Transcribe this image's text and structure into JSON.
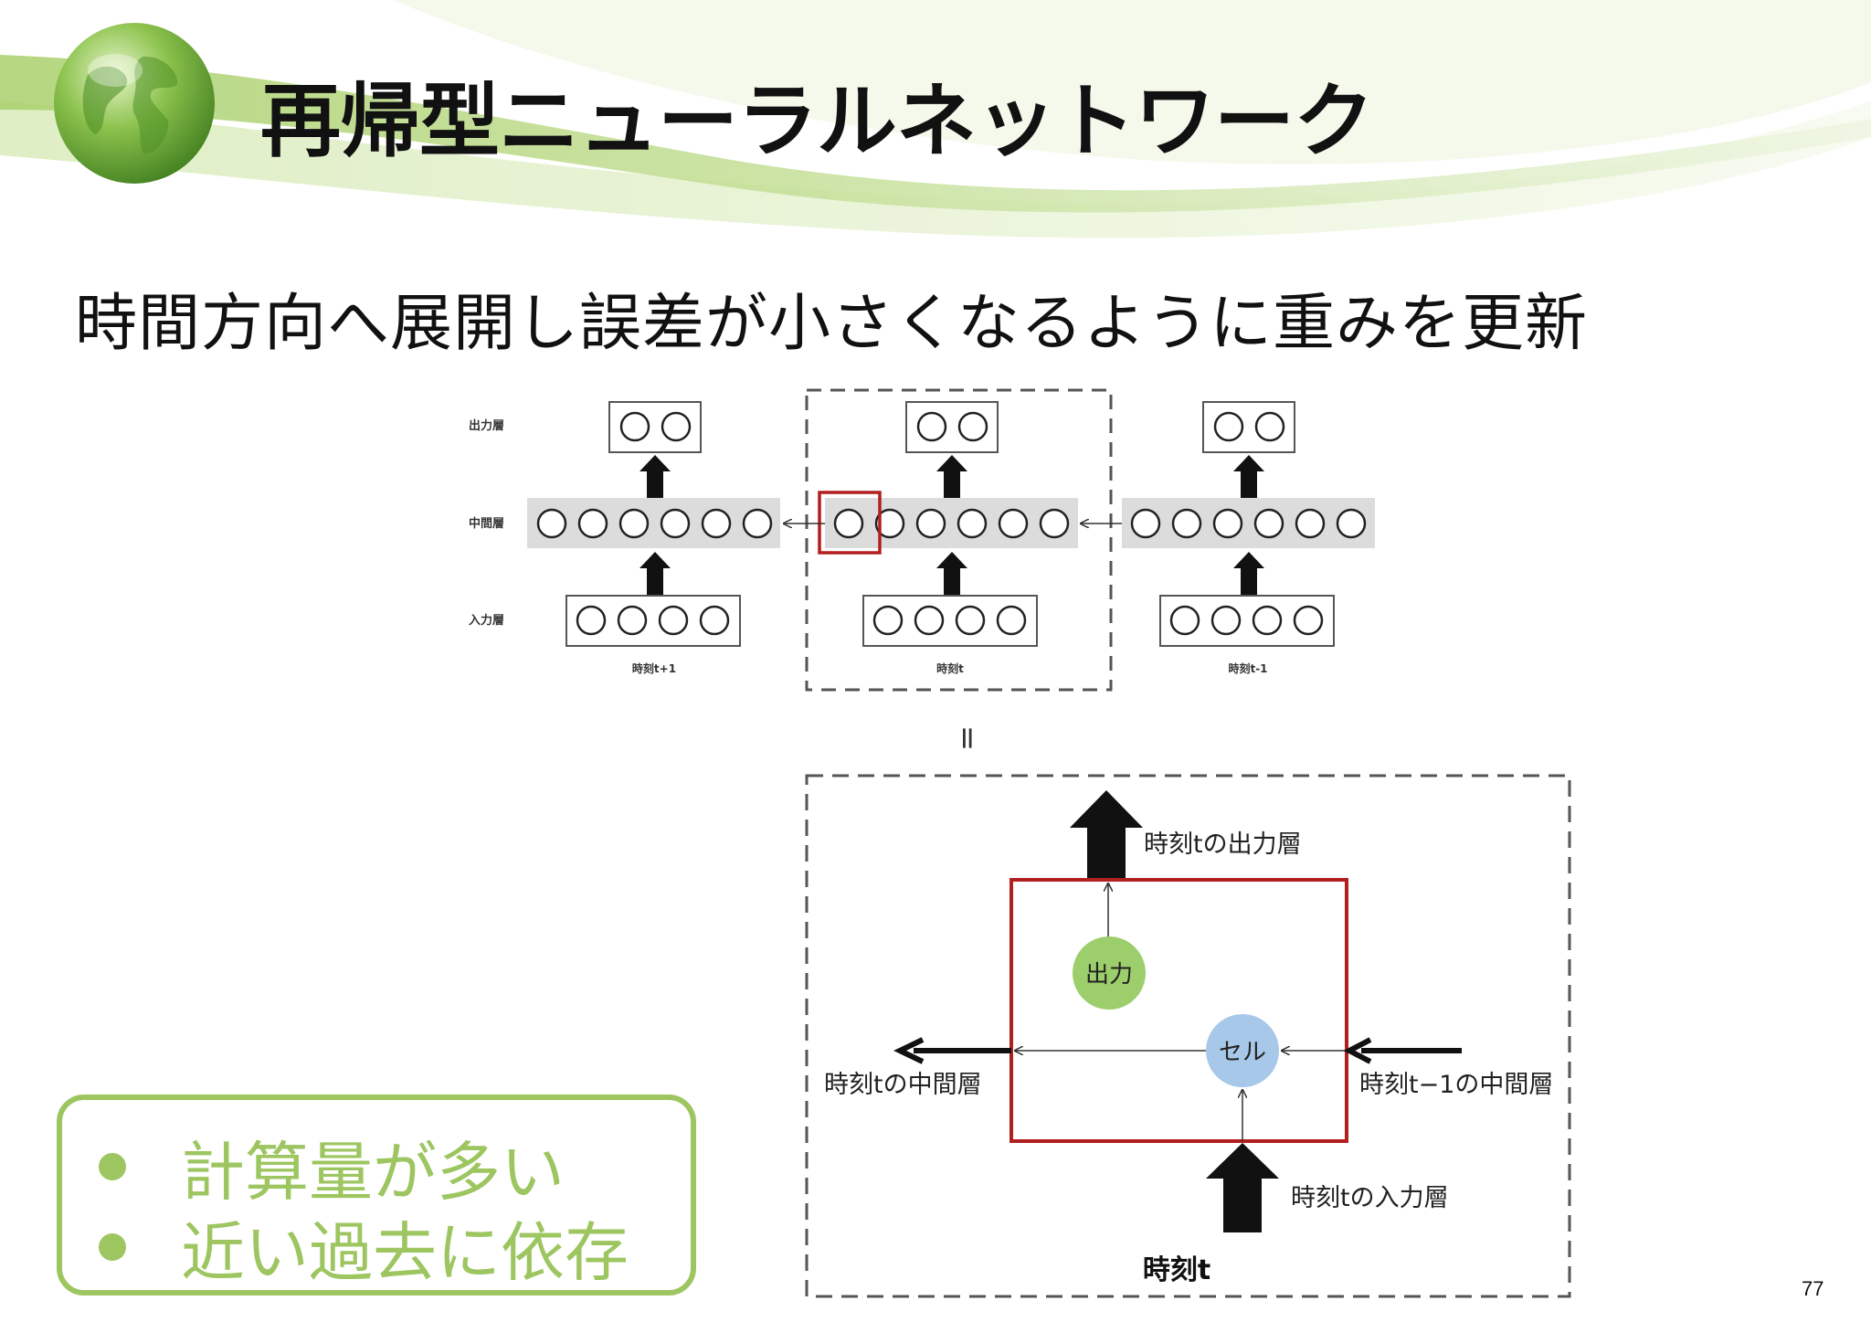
{
  "slide": {
    "title": "再帰型ニューラルネットワーク",
    "subtitle": "時間方向へ展開し誤差が小さくなるように重みを更新",
    "page_number": "77"
  },
  "unrolled": {
    "layer_labels": {
      "output": "出力層",
      "hidden": "中間層",
      "input": "入力層"
    },
    "time_labels": [
      "時刻t+1",
      "時刻t",
      "時刻t-1"
    ],
    "equals": "="
  },
  "cell_diagram": {
    "output_layer_label": "時刻tの出力層",
    "output_node": "出力",
    "cell_node": "セル",
    "hidden_out_label": "時刻tの中間層",
    "hidden_in_label": "時刻t−1の中間層",
    "input_layer_label": "時刻tの入力層",
    "time_label": "時刻t"
  },
  "notes": {
    "items": [
      "計算量が多い",
      "近い過去に依存"
    ]
  },
  "colors": {
    "accent_green": "#9dc560",
    "highlight_red": "#b21f1f",
    "output_node": "#9ccf6b",
    "cell_node": "#a8c8ea"
  }
}
